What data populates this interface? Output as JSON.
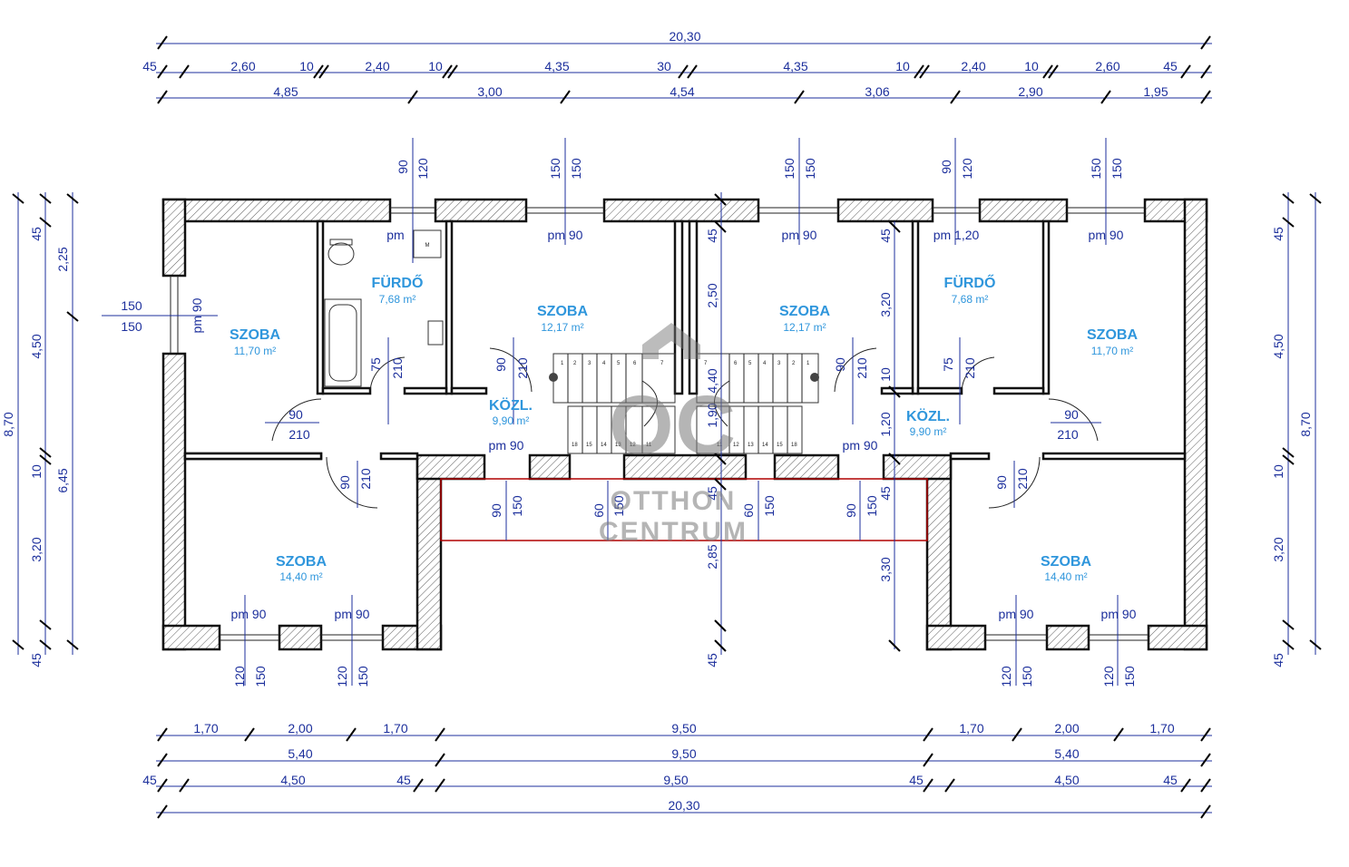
{
  "top_dims": {
    "total": "20,30",
    "row1": [
      "45",
      "2,60",
      "10",
      "2,40",
      "10",
      "4,35",
      "30",
      "4,35",
      "10",
      "2,40",
      "10",
      "2,60",
      "45"
    ],
    "row2": [
      "4,85",
      "3,00",
      "4,54",
      "3,06",
      "2,90",
      "1,95"
    ]
  },
  "bottom_dims": {
    "row1": [
      "1,70",
      "2,00",
      "1,70",
      "9,50",
      "1,70",
      "2,00",
      "1,70"
    ],
    "row2": [
      "5,40",
      "9,50",
      "5,40"
    ],
    "row3": [
      "45",
      "4,50",
      "45",
      "9,50",
      "45",
      "4,50",
      "45"
    ],
    "total": "20,30"
  },
  "left_dims": {
    "outer": [
      "45",
      "4,50",
      "10",
      "3,20",
      "45"
    ],
    "inner": [
      "2,25",
      "6,45"
    ],
    "total": "8,70"
  },
  "right_dims": {
    "outer": [
      "45",
      "4,50",
      "10",
      "3,20",
      "45"
    ],
    "total": "8,70"
  },
  "rooms": [
    {
      "name": "SZOBA",
      "area": "11,70 m²"
    },
    {
      "name": "FÜRDŐ",
      "area": "7,68 m²"
    },
    {
      "name": "SZOBA",
      "area": "12,17 m²"
    },
    {
      "name": "SZOBA",
      "area": "12,17 m²"
    },
    {
      "name": "FÜRDŐ",
      "area": "7,68 m²"
    },
    {
      "name": "SZOBA",
      "area": "11,70 m²"
    },
    {
      "name": "KÖZL.",
      "area": "9,90 m²"
    },
    {
      "name": "KÖZL.",
      "area": "9,90 m²"
    },
    {
      "name": "SZOBA",
      "area": "14,40 m²"
    },
    {
      "name": "SZOBA",
      "area": "14,40 m²"
    }
  ],
  "parapets": {
    "pm": "pm",
    "pm90": "pm 90",
    "pm120": "pm 1,20"
  },
  "openings": {
    "w1": [
      "90",
      "120"
    ],
    "w2": [
      "150",
      "150"
    ],
    "w3": [
      "150",
      "150"
    ],
    "w4": [
      "90",
      "120"
    ],
    "w5": [
      "150",
      "150"
    ],
    "side_left": [
      "150",
      "150"
    ],
    "d_bath": [
      "75",
      "210"
    ],
    "d_room": [
      "90",
      "210"
    ],
    "d_szoba_left": [
      "90",
      "210"
    ],
    "d_bottom": [
      "90",
      "210"
    ],
    "balcony": [
      "90",
      "150",
      "60",
      "150",
      "60",
      "150",
      "90",
      "150"
    ],
    "bottom_win": [
      "120",
      "150"
    ]
  },
  "interior_dims": [
    "45",
    "2,50",
    "45",
    "3,20",
    "10",
    "1,90",
    "4,40",
    "1,20",
    "45",
    "2,85",
    "3,30",
    "45",
    "10"
  ],
  "toilet_mark": "M",
  "stairs_left": [
    "1",
    "2",
    "3",
    "4",
    "5",
    "6",
    "7",
    "18",
    "15",
    "14",
    "13",
    "12",
    "11"
  ],
  "stairs_right": [
    "1",
    "2",
    "3",
    "4",
    "5",
    "6",
    "7",
    "18",
    "15",
    "14",
    "13",
    "12",
    "11"
  ],
  "watermark": {
    "line1": "OTTHON",
    "line2": "CENTRUM",
    "logo": "OC"
  }
}
